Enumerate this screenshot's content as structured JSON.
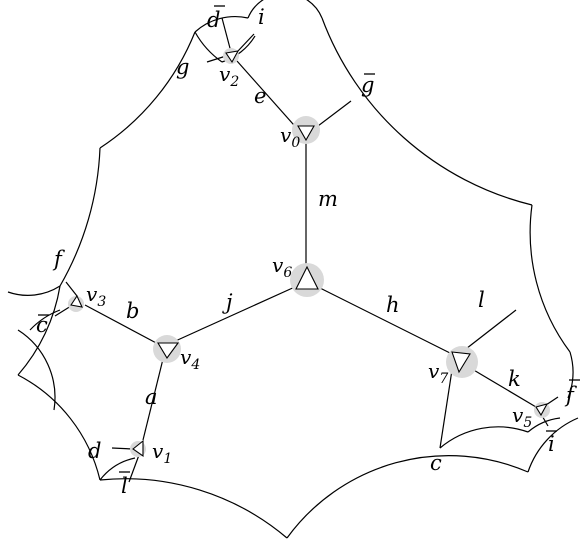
{
  "diagram": {
    "vertices": [
      {
        "id": "v0",
        "label": "v",
        "sub": "0"
      },
      {
        "id": "v1",
        "label": "v",
        "sub": "1"
      },
      {
        "id": "v2",
        "label": "v",
        "sub": "2"
      },
      {
        "id": "v3",
        "label": "v",
        "sub": "3"
      },
      {
        "id": "v4",
        "label": "v",
        "sub": "4"
      },
      {
        "id": "v5",
        "label": "v",
        "sub": "5"
      },
      {
        "id": "v6",
        "label": "v",
        "sub": "6"
      },
      {
        "id": "v7",
        "label": "v",
        "sub": "7"
      }
    ],
    "edges": [
      {
        "id": "m",
        "label": "m",
        "from": "v6",
        "to": "v0"
      },
      {
        "id": "j",
        "label": "j",
        "from": "v6",
        "to": "v4"
      },
      {
        "id": "h",
        "label": "h",
        "from": "v6",
        "to": "v7"
      },
      {
        "id": "e",
        "label": "e",
        "from": "v0",
        "to": "v2"
      },
      {
        "id": "b",
        "label": "b",
        "from": "v4",
        "to": "v3"
      },
      {
        "id": "a",
        "label": "a",
        "from": "v4",
        "to": "v1"
      },
      {
        "id": "k",
        "label": "k",
        "from": "v7",
        "to": "v5"
      }
    ],
    "boundary_labels": [
      {
        "id": "dbar",
        "label": "d",
        "bar": true
      },
      {
        "id": "i",
        "label": "i",
        "bar": false
      },
      {
        "id": "g",
        "label": "g",
        "bar": false
      },
      {
        "id": "gbar",
        "label": "g",
        "bar": true
      },
      {
        "id": "f",
        "label": "f",
        "bar": false
      },
      {
        "id": "cbar",
        "label": "c",
        "bar": true
      },
      {
        "id": "d",
        "label": "d",
        "bar": false
      },
      {
        "id": "lbar",
        "label": "l",
        "bar": true
      },
      {
        "id": "l",
        "label": "l",
        "bar": false
      },
      {
        "id": "c",
        "label": "c",
        "bar": false
      },
      {
        "id": "fbar",
        "label": "f",
        "bar": true
      },
      {
        "id": "ibar",
        "label": "i",
        "bar": true
      }
    ]
  }
}
